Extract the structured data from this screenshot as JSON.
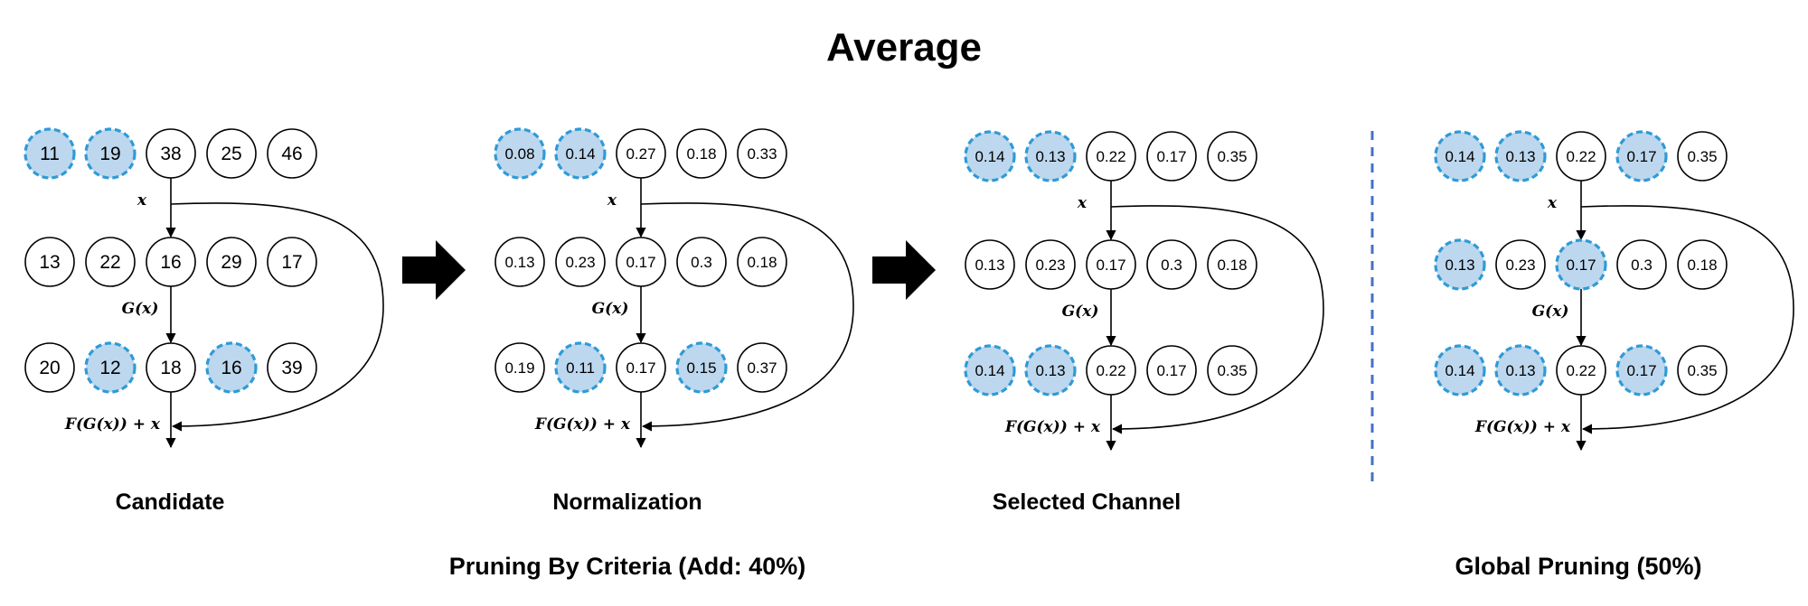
{
  "title": "Average",
  "panels": [
    {
      "caption": "Candidate",
      "rows": [
        [
          {
            "v": "11",
            "p": true
          },
          {
            "v": "19",
            "p": true
          },
          {
            "v": "38",
            "p": false
          },
          {
            "v": "25",
            "p": false
          },
          {
            "v": "46",
            "p": false
          }
        ],
        [
          {
            "v": "13",
            "p": false
          },
          {
            "v": "22",
            "p": false
          },
          {
            "v": "16",
            "p": false
          },
          {
            "v": "29",
            "p": false
          },
          {
            "v": "17",
            "p": false
          }
        ],
        [
          {
            "v": "20",
            "p": false
          },
          {
            "v": "12",
            "p": true
          },
          {
            "v": "18",
            "p": false
          },
          {
            "v": "16",
            "p": true
          },
          {
            "v": "39",
            "p": false
          }
        ]
      ]
    },
    {
      "caption": "Normalization",
      "rows": [
        [
          {
            "v": "0.08",
            "p": true
          },
          {
            "v": "0.14",
            "p": true
          },
          {
            "v": "0.27",
            "p": false
          },
          {
            "v": "0.18",
            "p": false
          },
          {
            "v": "0.33",
            "p": false
          }
        ],
        [
          {
            "v": "0.13",
            "p": false
          },
          {
            "v": "0.23",
            "p": false
          },
          {
            "v": "0.17",
            "p": false
          },
          {
            "v": "0.3",
            "p": false
          },
          {
            "v": "0.18",
            "p": false
          }
        ],
        [
          {
            "v": "0.19",
            "p": false
          },
          {
            "v": "0.11",
            "p": true
          },
          {
            "v": "0.17",
            "p": false
          },
          {
            "v": "0.15",
            "p": true
          },
          {
            "v": "0.37",
            "p": false
          }
        ]
      ]
    },
    {
      "caption": "Selected Channel",
      "rows": [
        [
          {
            "v": "0.14",
            "p": true
          },
          {
            "v": "0.13",
            "p": true
          },
          {
            "v": "0.22",
            "p": false
          },
          {
            "v": "0.17",
            "p": false
          },
          {
            "v": "0.35",
            "p": false
          }
        ],
        [
          {
            "v": "0.13",
            "p": false
          },
          {
            "v": "0.23",
            "p": false
          },
          {
            "v": "0.17",
            "p": false
          },
          {
            "v": "0.3",
            "p": false
          },
          {
            "v": "0.18",
            "p": false
          }
        ],
        [
          {
            "v": "0.14",
            "p": true
          },
          {
            "v": "0.13",
            "p": true
          },
          {
            "v": "0.22",
            "p": false
          },
          {
            "v": "0.17",
            "p": false
          },
          {
            "v": "0.35",
            "p": false
          }
        ]
      ]
    },
    {
      "caption": "",
      "rows": [
        [
          {
            "v": "0.14",
            "p": true
          },
          {
            "v": "0.13",
            "p": true
          },
          {
            "v": "0.22",
            "p": false
          },
          {
            "v": "0.17",
            "p": true
          },
          {
            "v": "0.35",
            "p": false
          }
        ],
        [
          {
            "v": "0.13",
            "p": true
          },
          {
            "v": "0.23",
            "p": false
          },
          {
            "v": "0.17",
            "p": true
          },
          {
            "v": "0.3",
            "p": false
          },
          {
            "v": "0.18",
            "p": false
          }
        ],
        [
          {
            "v": "0.14",
            "p": true
          },
          {
            "v": "0.13",
            "p": true
          },
          {
            "v": "0.22",
            "p": false
          },
          {
            "v": "0.17",
            "p": true
          },
          {
            "v": "0.35",
            "p": false
          }
        ]
      ]
    }
  ],
  "labels": {
    "x": "x",
    "g": "G(x)",
    "f": "F(G(x)) + x"
  },
  "group_captions": {
    "criteria": "Pruning By Criteria (Add: 40%)",
    "global": "Global Pruning (50%)"
  },
  "colors": {
    "pruned_fill": "#bdd7ee",
    "pruned_stroke": "#2e9bd6",
    "divider": "#4472c4",
    "stroke": "#000000"
  }
}
